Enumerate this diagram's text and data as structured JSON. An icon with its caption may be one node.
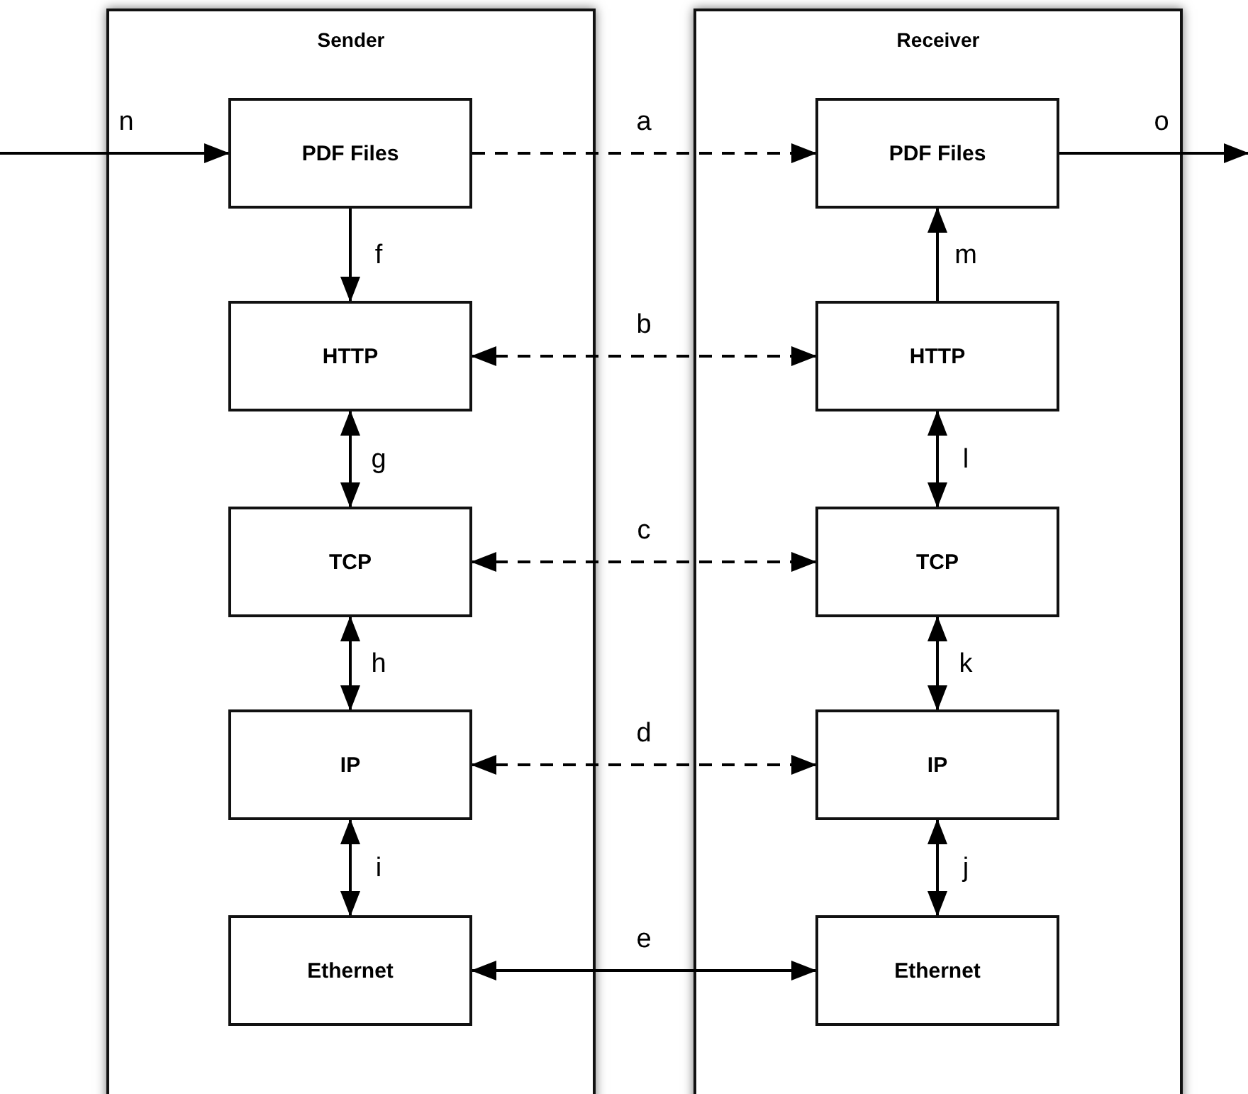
{
  "diagram": {
    "nodes": [
      {
        "text": [
          "Sender"
        ]
      },
      {
        "text": [
          "Receiver"
        ]
      },
      {
        "text": [
          "PDF Files"
        ],
        "in": 0
      },
      {
        "text": [
          "HTTP"
        ],
        "in": 0
      },
      {
        "text": [
          "TCP"
        ],
        "in": 0
      },
      {
        "text": [
          "IP"
        ],
        "in": 0
      },
      {
        "text": [
          "Ethernet"
        ],
        "in": 0
      },
      {
        "text": [
          "PDF Files"
        ],
        "in": 1
      },
      {
        "text": [
          "HTTP"
        ],
        "in": 1
      },
      {
        "text": [
          "TCP"
        ],
        "in": 1
      },
      {
        "text": [
          "IP"
        ],
        "in": 1
      },
      {
        "text": [
          "Ethernet"
        ],
        "in": 1
      }
    ],
    "edges": [
      {
        "from": null,
        "to": 2,
        "arrow": "to",
        "label": "n"
      },
      {
        "from": 2,
        "to": 7,
        "arrow": "to",
        "label": "a",
        "style": "dashed"
      },
      {
        "from": 7,
        "to": null,
        "arrow": "to",
        "label": "o"
      },
      {
        "from": 2,
        "to": 3,
        "arrow": "to",
        "label": "f"
      },
      {
        "from": 8,
        "to": 7,
        "arrow": "to",
        "label": "m"
      },
      {
        "from": 3,
        "to": 8,
        "arrow": "both",
        "label": "b",
        "style": "dashed"
      },
      {
        "from": 4,
        "to": 9,
        "arrow": "both",
        "label": "c",
        "style": "dashed"
      },
      {
        "from": 5,
        "to": 10,
        "arrow": "both",
        "label": "d",
        "style": "dashed"
      },
      {
        "from": 6,
        "to": 11,
        "arrow": "both",
        "label": "e"
      },
      {
        "from": 3,
        "to": 4,
        "arrow": "both",
        "label": "g"
      },
      {
        "from": 4,
        "to": 5,
        "arrow": "both",
        "label": "h"
      },
      {
        "from": 5,
        "to": 6,
        "arrow": "both",
        "label": "i"
      },
      {
        "from": 10,
        "to": 11,
        "arrow": "both",
        "label": "j"
      },
      {
        "from": 9,
        "to": 10,
        "arrow": "both",
        "label": "k"
      },
      {
        "from": 8,
        "to": 9,
        "arrow": "both",
        "label": "l"
      }
    ]
  }
}
